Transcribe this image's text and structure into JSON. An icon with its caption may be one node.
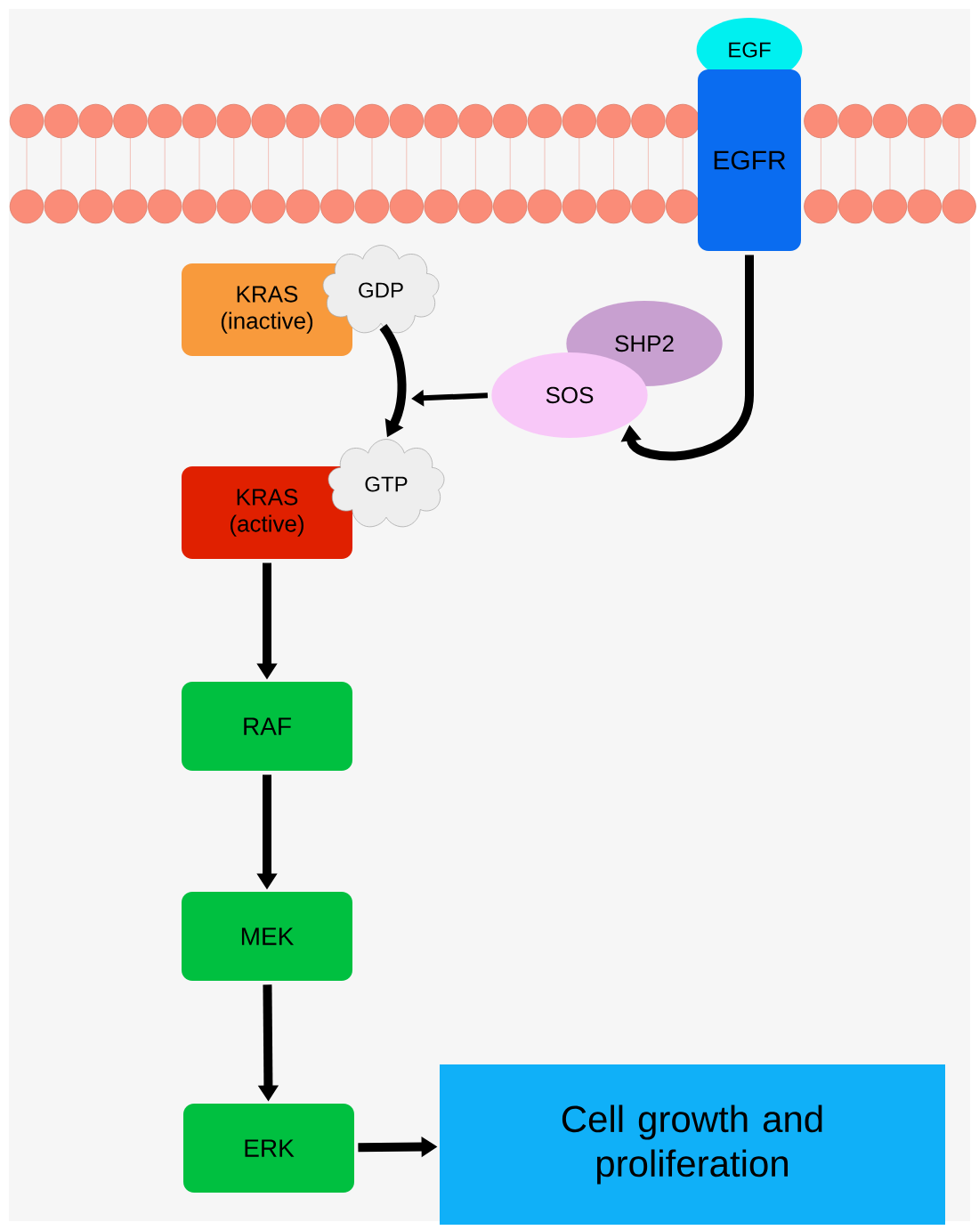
{
  "diagram": {
    "nodes": [
      {
        "text": [
          "EGF"
        ]
      },
      {
        "text": [
          "EGFR"
        ]
      },
      {
        "text": [
          "KRAS (inactive)"
        ]
      },
      {
        "text": [
          "GDP"
        ]
      },
      {
        "text": [
          "SHP2"
        ]
      },
      {
        "text": [
          "SOS"
        ]
      },
      {
        "text": [
          "KRAS (active)"
        ]
      },
      {
        "text": [
          "GTP"
        ]
      },
      {
        "text": [
          "RAF"
        ]
      },
      {
        "text": [
          "MEK"
        ]
      },
      {
        "text": [
          "ERK"
        ]
      },
      {
        "text": [
          "Cell growth and proliferation"
        ]
      }
    ],
    "edges": [
      {
        "from": 1,
        "to": 5,
        "arrow": "to"
      },
      {
        "from": 5,
        "to": null,
        "arrow": "to"
      },
      {
        "from": 3,
        "to": 7,
        "arrow": "to"
      },
      {
        "from": 6,
        "to": 8,
        "arrow": "to"
      },
      {
        "from": 8,
        "to": 9,
        "arrow": "to"
      },
      {
        "from": 9,
        "to": 10,
        "arrow": "to"
      },
      {
        "from": 10,
        "to": 11,
        "arrow": "to"
      }
    ]
  }
}
